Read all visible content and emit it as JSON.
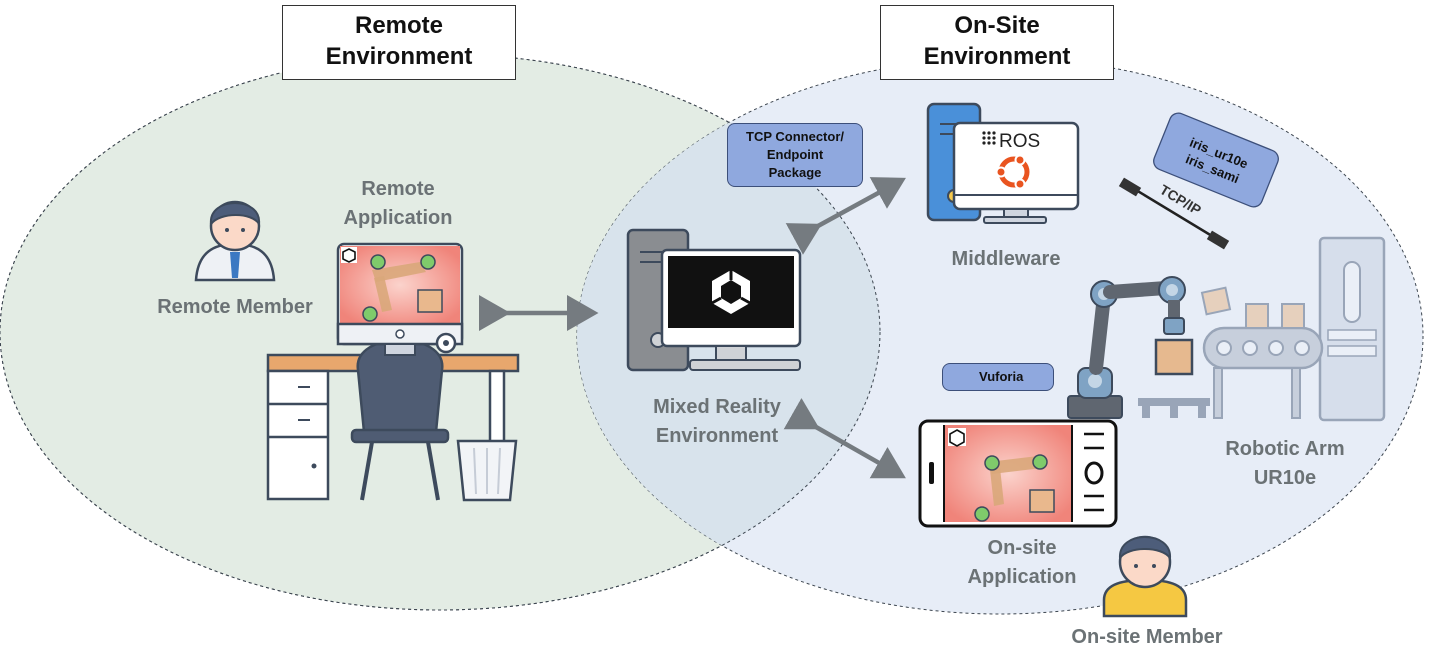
{
  "titles": {
    "remote": [
      "Remote",
      "Environment"
    ],
    "onsite": [
      "On-Site",
      "Environment"
    ]
  },
  "labels": {
    "remote_application": [
      "Remote",
      "Application"
    ],
    "remote_member": "Remote Member",
    "mixed_reality": [
      "Mixed Reality",
      "Environment"
    ],
    "middleware": "Middleware",
    "robotic_arm": [
      "Robotic Arm",
      "UR10e"
    ],
    "onsite_application": [
      "On-site",
      "Application"
    ],
    "onsite_member": "On-site Member"
  },
  "tags": {
    "tcp_connector": [
      "TCP Connector/",
      "Endpoint",
      "Package"
    ],
    "ros_packages": [
      "iris_ur10e",
      "iris_sami"
    ],
    "vuforia": "Vuforia",
    "tcp_ip": "TCP/IP",
    "ros_logo": "ROS"
  },
  "colors": {
    "remote_zone": "#e3ece4",
    "onsite_zone": "#e7edf7",
    "overlap_zone": "#d8e3ec",
    "arrow": "#757b80",
    "tag_fill": "#8fa8de"
  }
}
